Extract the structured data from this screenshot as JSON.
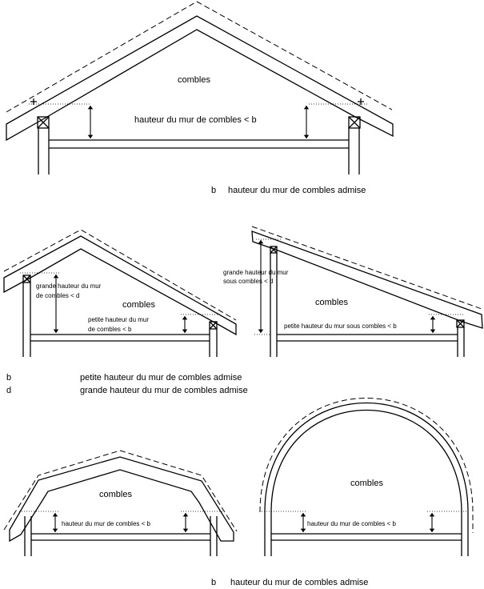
{
  "diagram1": {
    "space_label": "combles",
    "height_label": "hauteur du mur de combles < b",
    "legend": {
      "key": "b",
      "text": "hauteur du mur de combles admise"
    }
  },
  "diagram2": {
    "left_space": "combles",
    "left_big": [
      "grande hauteur du mur",
      "de combles < d"
    ],
    "left_small": [
      "petite hauteur du mur",
      "de combles < b"
    ],
    "right_space": "combles",
    "right_big": [
      "grande hauteur du mur",
      "sous combles < d"
    ],
    "right_small": "petite hauteur du mur sous combles < b",
    "legend": [
      {
        "key": "b",
        "text": "petite hauteur du mur de combles admise"
      },
      {
        "key": "d",
        "text": "grande hauteur du mur de combles admise"
      }
    ]
  },
  "diagram3": {
    "left_space": "combles",
    "left_height": "hauteur du mur de combles < b",
    "right_space": "combles",
    "right_height": "hauteur du mur de combles < b",
    "legend": {
      "key": "b",
      "text": "hauteur du mur de combles admise"
    }
  }
}
